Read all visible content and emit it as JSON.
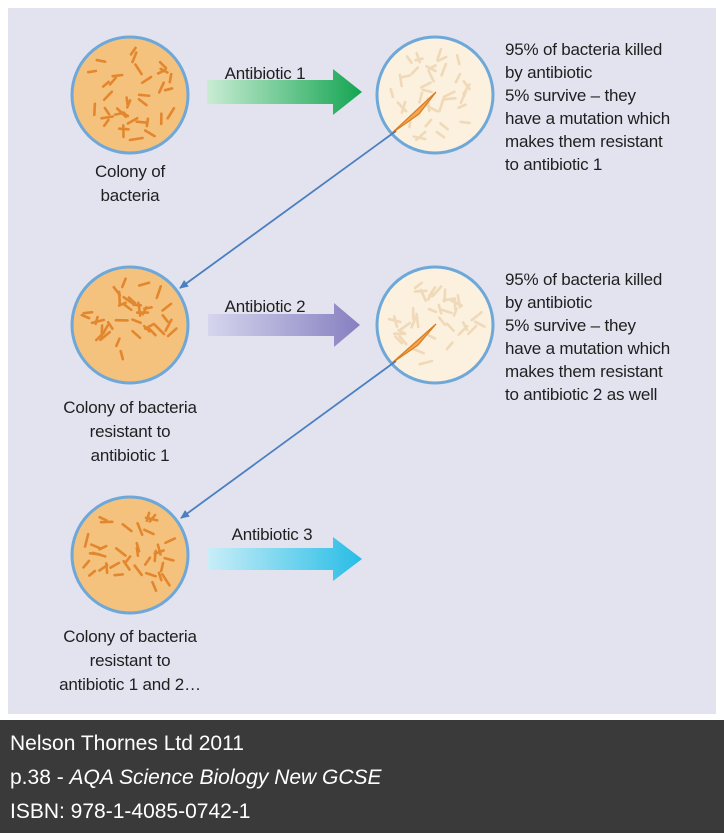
{
  "colors": {
    "panel": "#e3e3f0",
    "colony_fill": "#f4c27d",
    "colony_border": "#6ea8d8",
    "killed_fill": "#fbf1de",
    "bacterium": "#e3872f",
    "bacterium_dead": "#f0d9b8",
    "arrow1": "#1fae5a",
    "arrow2": "#8d88c4",
    "arrow3": "#35c0e4",
    "connector": "#4a7fc0",
    "footer_bg": "#3a3a3a"
  },
  "diagram": {
    "rows": [
      {
        "colony_label": [
          "Colony of",
          "bacteria"
        ],
        "arrow_label": "Antibiotic 1",
        "result_lines": [
          "95% of bacteria killed",
          "by antibiotic",
          "5% survive – they",
          "have a mutation which",
          "makes them resistant",
          "to antibiotic 1"
        ]
      },
      {
        "colony_label": [
          "Colony of bacteria",
          "resistant to",
          "antibiotic 1"
        ],
        "arrow_label": "Antibiotic 2",
        "result_lines": [
          "95% of bacteria killed",
          "by antibiotic",
          "5% survive – they",
          "have a mutation which",
          "makes them resistant",
          "to antibiotic 2 as well"
        ]
      },
      {
        "colony_label": [
          "Colony of bacteria",
          "resistant to",
          "antibiotic 1 and 2…"
        ],
        "arrow_label": "Antibiotic 3"
      }
    ]
  },
  "footer": {
    "publisher": "Nelson Thornes Ltd 2011",
    "page": "p.38 - ",
    "book_title": "AQA Science Biology New GCSE",
    "isbn": "ISBN: 978-1-4085-0742-1"
  }
}
